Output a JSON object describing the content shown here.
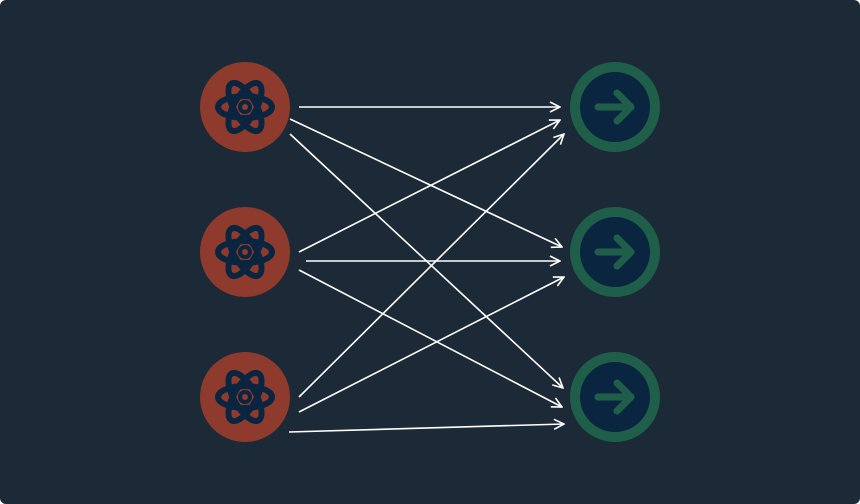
{
  "colors": {
    "background": "#1c2a38",
    "source_fill": "#8e3a2c",
    "source_icon": "#0a2540",
    "target_ring": "#1f5f4a",
    "target_fill": "#0a2540",
    "target_icon": "#1f5f4a",
    "edge": "#ffffff"
  },
  "sources": [
    {
      "id": "source-1",
      "icon": "atom-icon"
    },
    {
      "id": "source-2",
      "icon": "atom-icon"
    },
    {
      "id": "source-3",
      "icon": "atom-icon"
    }
  ],
  "targets": [
    {
      "id": "target-1",
      "icon": "arrow-right-circle-icon"
    },
    {
      "id": "target-2",
      "icon": "arrow-right-circle-icon"
    },
    {
      "id": "target-3",
      "icon": "arrow-right-circle-icon"
    }
  ],
  "edges": [
    {
      "from": 0,
      "to": 0
    },
    {
      "from": 0,
      "to": 1
    },
    {
      "from": 0,
      "to": 2
    },
    {
      "from": 1,
      "to": 0
    },
    {
      "from": 1,
      "to": 1
    },
    {
      "from": 1,
      "to": 2
    },
    {
      "from": 2,
      "to": 0
    },
    {
      "from": 2,
      "to": 1
    },
    {
      "from": 2,
      "to": 2
    }
  ]
}
